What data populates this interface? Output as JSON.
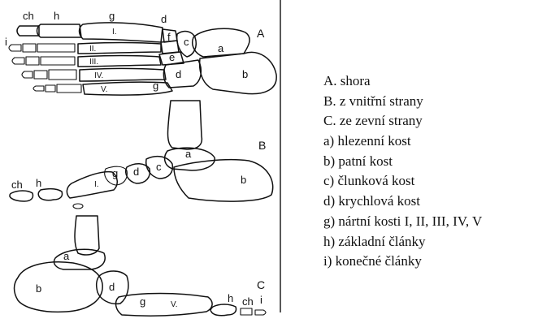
{
  "figure": {
    "view_labels": [
      "A",
      "B",
      "C"
    ],
    "bone_labels": {
      "a": "a",
      "b": "b",
      "c": "c",
      "d": "d",
      "e": "e",
      "f": "f",
      "g": "g",
      "h": "h",
      "i": "i",
      "ch": "ch"
    },
    "metatarsal_numerals": [
      "I.",
      "II.",
      "III.",
      "IV.",
      "V."
    ]
  },
  "legend": [
    "A. shora",
    "B. z vnitřní strany",
    "C. ze zevní strany",
    "a) hlezenní kost",
    "b) patní kost",
    "c) člunková kost",
    "d) krychlová kost",
    "g) nártní kosti I, II, III, IV, V",
    "h) základní články",
    "i) konečné články"
  ]
}
